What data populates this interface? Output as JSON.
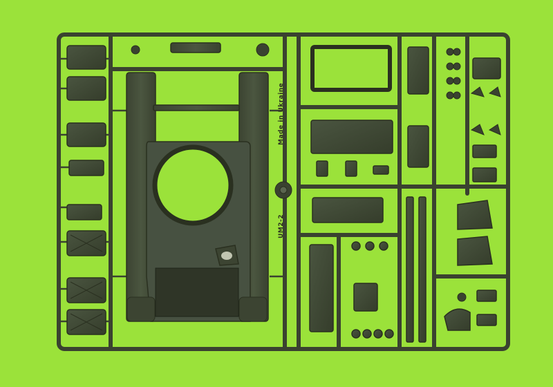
{
  "photo": {
    "subject": "plastic-model-sprue",
    "background_color": "#9be23a",
    "plastic_color": "#3e4732"
  },
  "sprue": {
    "molded_text_main": "Made in Ukraine",
    "molded_text_secondary": "UM2-2"
  }
}
